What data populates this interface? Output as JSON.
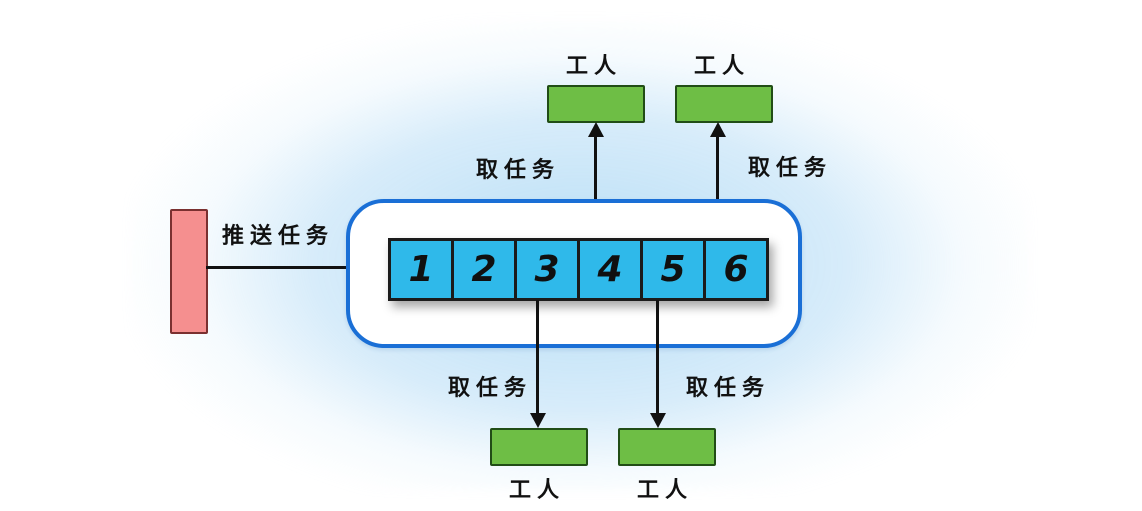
{
  "diagram": {
    "producer": {
      "push_label": "推送任务"
    },
    "queue": {
      "cells": [
        "1",
        "2",
        "3",
        "4",
        "5",
        "6"
      ]
    },
    "top_workers": [
      {
        "label": "工人",
        "arrow_label": "取任务"
      },
      {
        "label": "工人",
        "arrow_label": "取任务"
      }
    ],
    "bottom_workers": [
      {
        "label": "工人",
        "arrow_label": "取任务"
      },
      {
        "label": "工人",
        "arrow_label": "取任务"
      }
    ],
    "colors": {
      "producer_fill": "#f58f8f",
      "queue_border": "#1a6fd6",
      "cell_fill": "#2fb9ea",
      "worker_fill": "#6ebe45",
      "arrow": "#111111"
    }
  }
}
